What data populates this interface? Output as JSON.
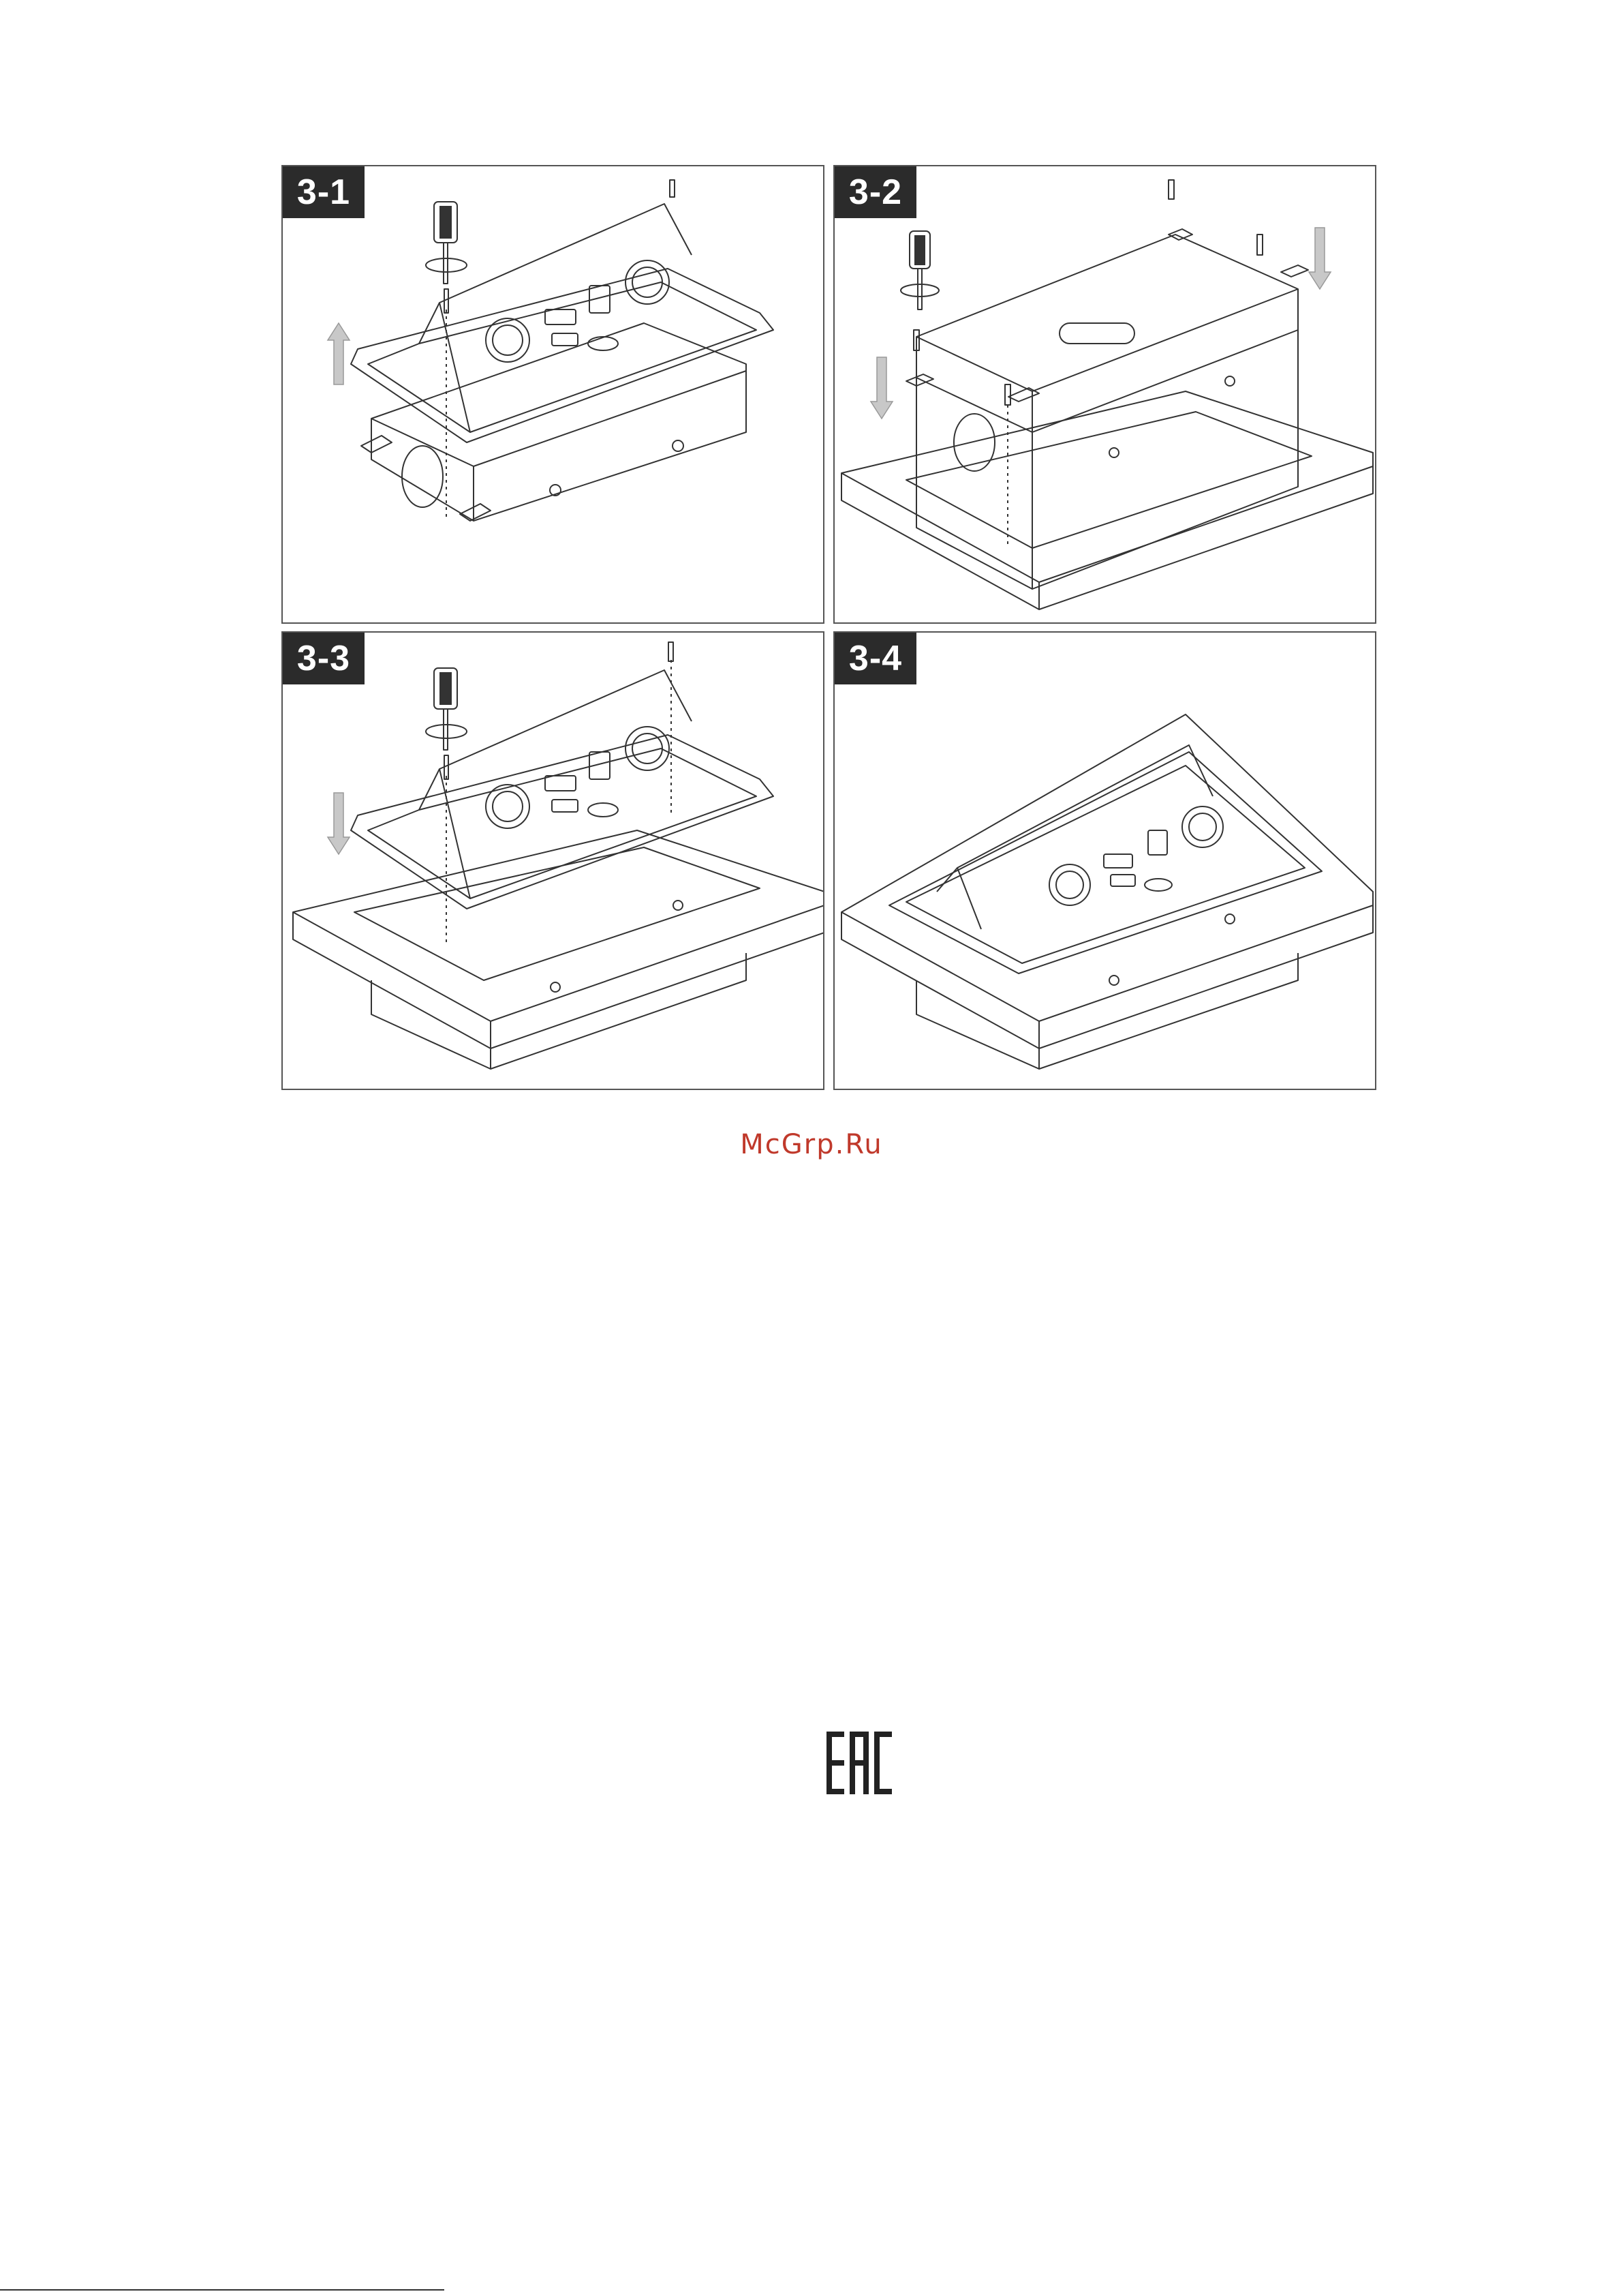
{
  "steps": [
    {
      "label": "3-1"
    },
    {
      "label": "3-2"
    },
    {
      "label": "3-3"
    },
    {
      "label": "3-4"
    }
  ],
  "watermark": "McGrp.Ru",
  "certification_mark": {
    "text": "EAC"
  }
}
